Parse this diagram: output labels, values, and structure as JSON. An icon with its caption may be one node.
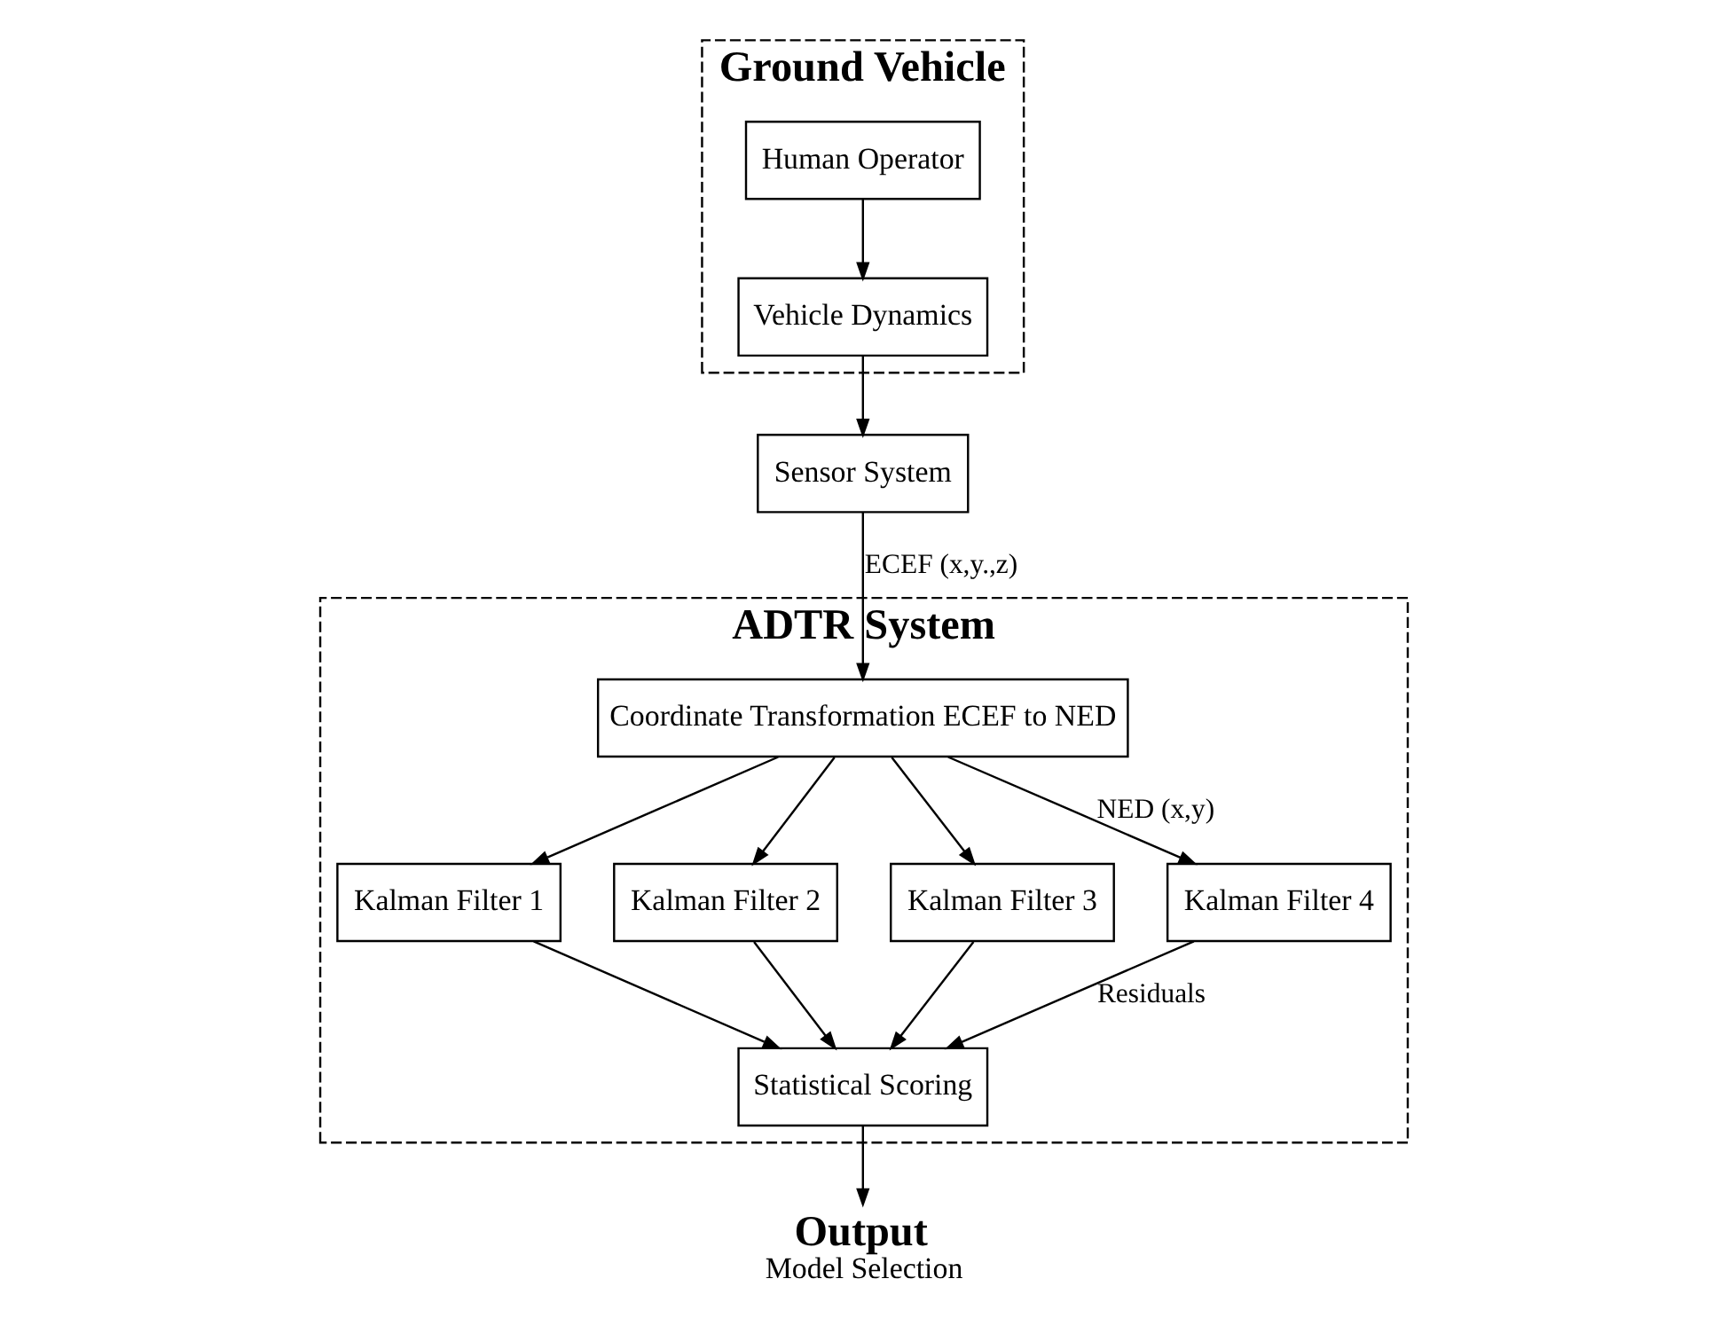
{
  "diagram": {
    "nodes": [
      {
        "text": [
          "Ground Vehicle"
        ]
      },
      {
        "text": [
          "Human Operator"
        ],
        "in": 0
      },
      {
        "text": [
          "Vehicle Dynamics"
        ],
        "in": 0
      },
      {
        "text": [
          "Sensor System"
        ]
      },
      {
        "text": [
          "ADTR System"
        ]
      },
      {
        "text": [
          "Coordinate Transformation ECEF to NED"
        ],
        "in": 4
      },
      {
        "text": [
          "Kalman Filter 1"
        ],
        "in": 4
      },
      {
        "text": [
          "Kalman Filter 2"
        ],
        "in": 4
      },
      {
        "text": [
          "Kalman Filter 3"
        ],
        "in": 4
      },
      {
        "text": [
          "Kalman Filter 4"
        ],
        "in": 4
      },
      {
        "text": [
          "Statistical Scoring"
        ],
        "in": 4
      },
      {
        "text": [
          "Output",
          "Model Selection"
        ]
      }
    ],
    "edges": [
      {
        "from": 1,
        "to": 2,
        "arrow": "to"
      },
      {
        "from": 2,
        "to": 3,
        "arrow": "to"
      },
      {
        "from": 3,
        "to": 5,
        "arrow": "to",
        "label": "ECEF (x,y.,z)"
      },
      {
        "from": 5,
        "to": 6,
        "arrow": "to"
      },
      {
        "from": 5,
        "to": 7,
        "arrow": "to"
      },
      {
        "from": 5,
        "to": 8,
        "arrow": "to"
      },
      {
        "from": 5,
        "to": 9,
        "arrow": "to",
        "label": "NED (x,y)"
      },
      {
        "from": 6,
        "to": 10,
        "arrow": "to"
      },
      {
        "from": 7,
        "to": 10,
        "arrow": "to"
      },
      {
        "from": 8,
        "to": 10,
        "arrow": "to"
      },
      {
        "from": 9,
        "to": 10,
        "arrow": "to",
        "label": "Residuals"
      },
      {
        "from": 10,
        "to": 11,
        "arrow": "to"
      }
    ]
  }
}
